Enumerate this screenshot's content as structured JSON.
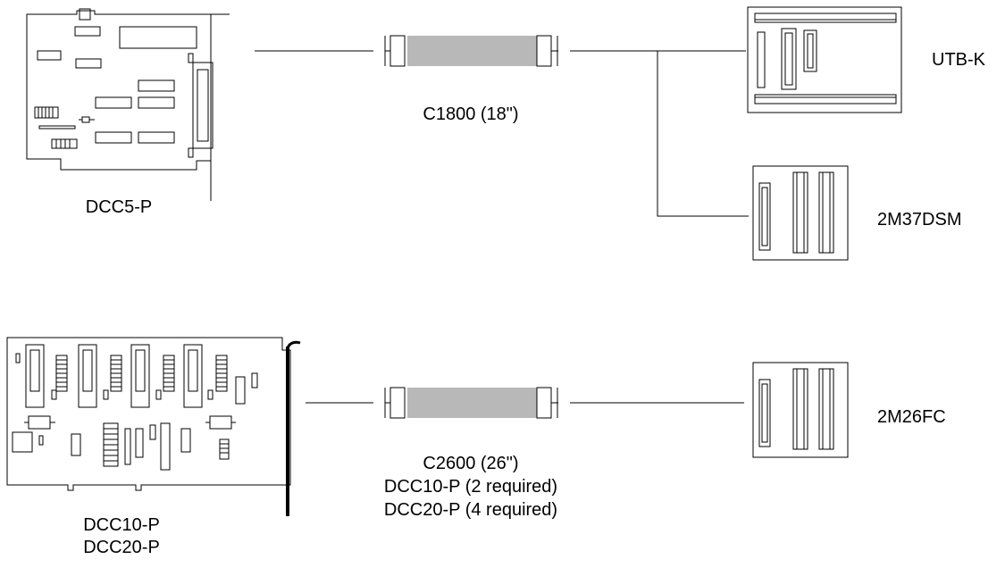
{
  "top_section": {
    "card_label": "DCC5-P",
    "cable_label": "C1800 (18\")",
    "terminal_1": "UTB-K",
    "terminal_2": "2M37DSM"
  },
  "bottom_section": {
    "card_label_line1": "DCC10-P",
    "card_label_line2": "DCC20-P",
    "cable_label_line1": "C2600 (26\")",
    "cable_label_line2": "DCC10-P (2 required)",
    "cable_label_line3": "DCC20-P (4 required)",
    "terminal": "2M26FC"
  }
}
